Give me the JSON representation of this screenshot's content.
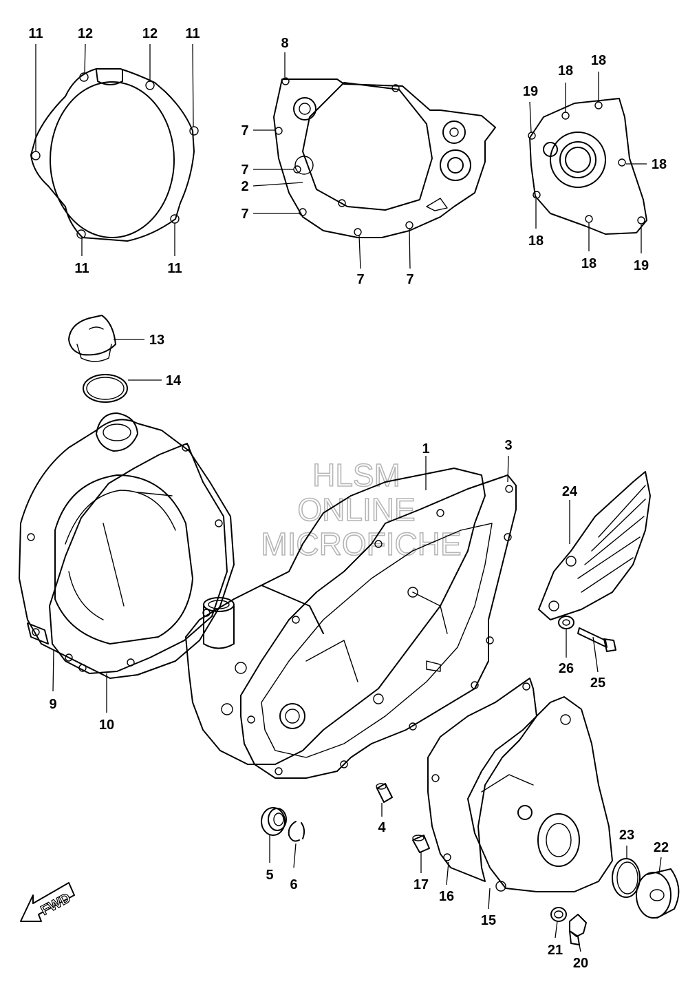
{
  "watermark": {
    "line1": "HLSM",
    "line2": "ONLINE",
    "line3": "MICROFICHE"
  },
  "direction_marker": "FWD",
  "callouts": [
    {
      "id": "c-11a",
      "label": "11"
    },
    {
      "id": "c-12a",
      "label": "12"
    },
    {
      "id": "c-12b",
      "label": "12"
    },
    {
      "id": "c-11b",
      "label": "11"
    },
    {
      "id": "c-11c",
      "label": "11"
    },
    {
      "id": "c-11d",
      "label": "11"
    },
    {
      "id": "c-8",
      "label": "8"
    },
    {
      "id": "c-7a",
      "label": "7"
    },
    {
      "id": "c-7b",
      "label": "7"
    },
    {
      "id": "c-2",
      "label": "2"
    },
    {
      "id": "c-7c",
      "label": "7"
    },
    {
      "id": "c-7d",
      "label": "7"
    },
    {
      "id": "c-7e",
      "label": "7"
    },
    {
      "id": "c-19a",
      "label": "19"
    },
    {
      "id": "c-18a",
      "label": "18"
    },
    {
      "id": "c-18b",
      "label": "18"
    },
    {
      "id": "c-18c",
      "label": "18"
    },
    {
      "id": "c-18d",
      "label": "18"
    },
    {
      "id": "c-18e",
      "label": "18"
    },
    {
      "id": "c-19b",
      "label": "19"
    },
    {
      "id": "c-13",
      "label": "13"
    },
    {
      "id": "c-14",
      "label": "14"
    },
    {
      "id": "c-1",
      "label": "1"
    },
    {
      "id": "c-3",
      "label": "3"
    },
    {
      "id": "c-24",
      "label": "24"
    },
    {
      "id": "c-26",
      "label": "26"
    },
    {
      "id": "c-25",
      "label": "25"
    },
    {
      "id": "c-9",
      "label": "9"
    },
    {
      "id": "c-10",
      "label": "10"
    },
    {
      "id": "c-4",
      "label": "4"
    },
    {
      "id": "c-5",
      "label": "5"
    },
    {
      "id": "c-6",
      "label": "6"
    },
    {
      "id": "c-17",
      "label": "17"
    },
    {
      "id": "c-16",
      "label": "16"
    },
    {
      "id": "c-15",
      "label": "15"
    },
    {
      "id": "c-23",
      "label": "23"
    },
    {
      "id": "c-22",
      "label": "22"
    },
    {
      "id": "c-21",
      "label": "21"
    },
    {
      "id": "c-20",
      "label": "20"
    }
  ]
}
